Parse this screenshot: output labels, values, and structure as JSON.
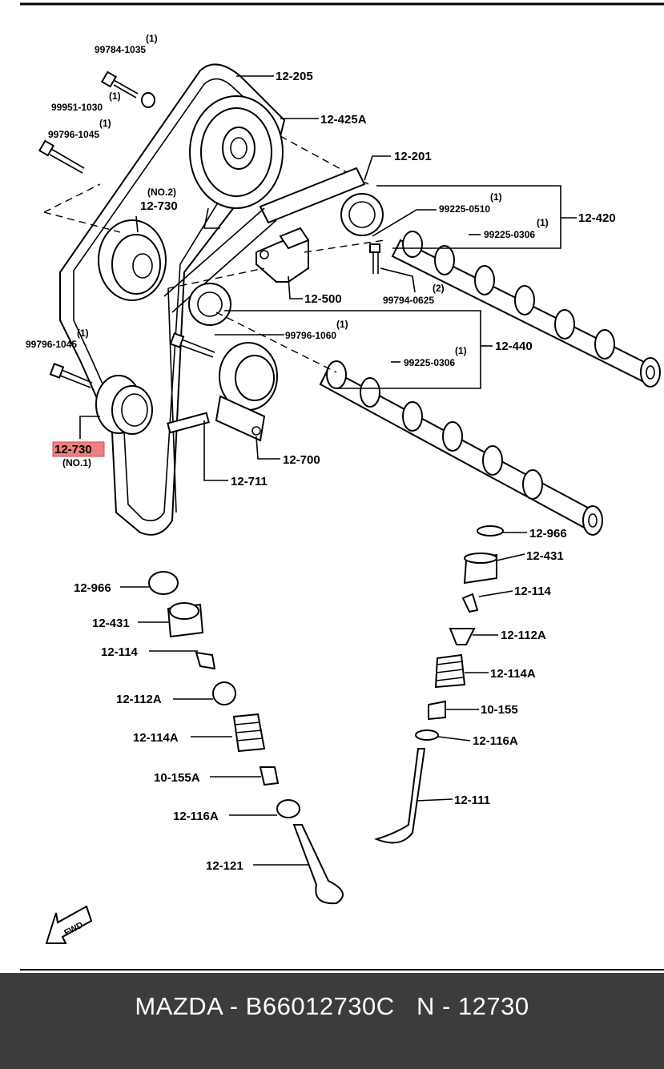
{
  "footer": {
    "text": "MAZDA - B66012730C   N - 12730"
  },
  "highlight_color": "#f08080",
  "labels": {
    "p99784_1035": "99784-1035",
    "p99784_1035_qty": "(1)",
    "p99951_1030": "99951-1030",
    "p99951_1030_qty": "(1)",
    "p99796_1045_top": "99796-1045",
    "p99796_1045_top_qty": "(1)",
    "p12_205": "12-205",
    "p12_425A": "12-425A",
    "p12_201": "12-201",
    "p12_730_no2": "12-730",
    "p12_730_no2_sub": "(NO.2)",
    "p99225_0510": "99225-0510",
    "p99225_0510_qty": "(1)",
    "p12_420": "12-420",
    "p99225_0306_top": "99225-0306",
    "p99225_0306_top_qty": "(1)",
    "p12_500": "12-500",
    "p99794_0625": "99794-0625",
    "p99794_0625_qty": "(2)",
    "p99796_1060": "99796-1060",
    "p99796_1060_qty": "(1)",
    "p12_440": "12-440",
    "p99225_0306_mid": "99225-0306",
    "p99225_0306_mid_qty": "(1)",
    "p99796_1045_left": "99796-1045",
    "p99796_1045_left_qty": "(1)",
    "p12_730_no1": "12-730",
    "p12_730_no1_sub": "(NO.1)",
    "p12_700": "12-700",
    "p12_711": "12-711",
    "p12_966_r": "12-966",
    "p12_431_r": "12-431",
    "p12_114_r": "12-114",
    "p12_112A_r": "12-112A",
    "p12_114A_r": "12-114A",
    "p10_155_r": "10-155",
    "p12_116A_r": "12-116A",
    "p12_111": "12-111",
    "p12_966_l": "12-966",
    "p12_431_l": "12-431",
    "p12_114_l": "12-114",
    "p12_112A_l": "12-112A",
    "p12_114A_l": "12-114A",
    "p10_155A_l": "10-155A",
    "p12_116A_l": "12-116A",
    "p12_121": "12-121",
    "fwd": "FWD"
  }
}
